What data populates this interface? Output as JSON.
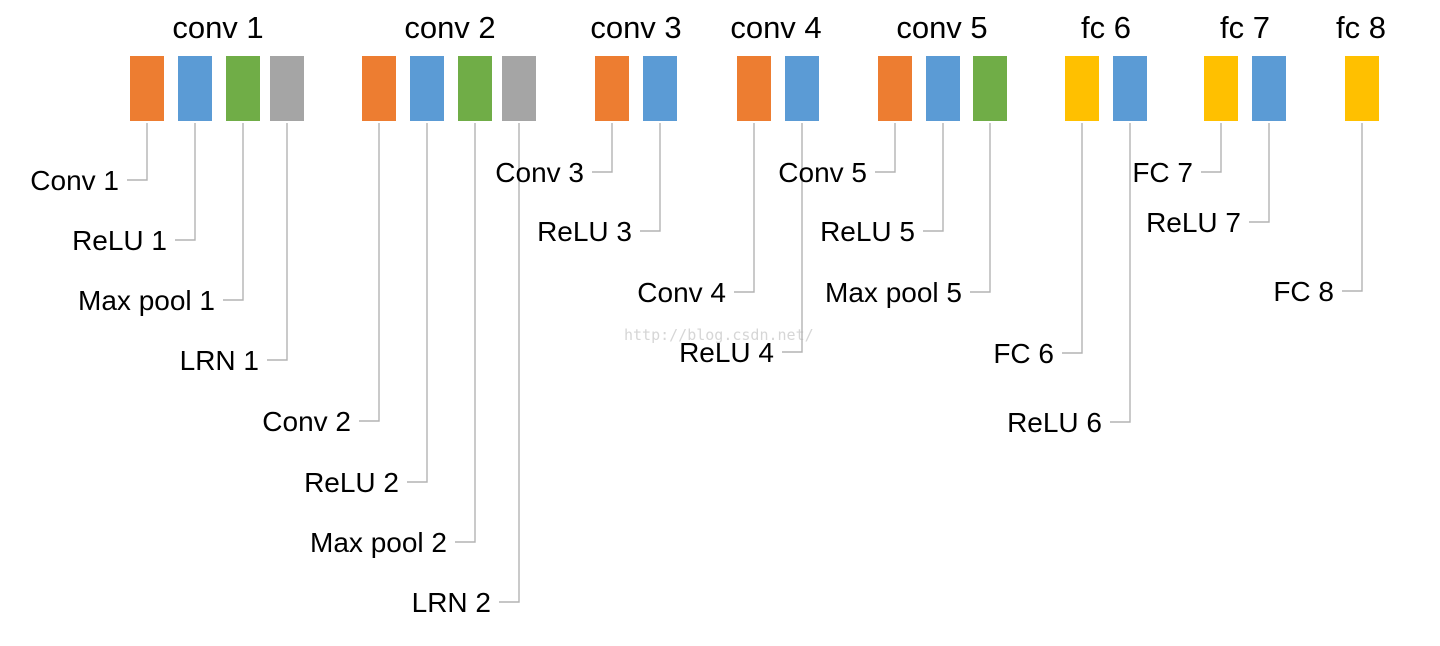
{
  "colors": {
    "conv": "#ed7d31",
    "relu": "#5b9bd5",
    "maxpool": "#70ad47",
    "lrn": "#a5a5a5",
    "fc": "#ffc000",
    "leader_line": "#b3b3b3"
  },
  "groups": [
    {
      "title": "conv 1",
      "layers": [
        {
          "label": "Conv 1",
          "kind": "conv"
        },
        {
          "label": "ReLU 1",
          "kind": "relu"
        },
        {
          "label": "Max pool 1",
          "kind": "maxpool"
        },
        {
          "label": "LRN 1",
          "kind": "lrn"
        }
      ]
    },
    {
      "title": "conv 2",
      "layers": [
        {
          "label": "Conv 2",
          "kind": "conv"
        },
        {
          "label": "ReLU 2",
          "kind": "relu"
        },
        {
          "label": "Max pool 2",
          "kind": "maxpool"
        },
        {
          "label": "LRN 2",
          "kind": "lrn"
        }
      ]
    },
    {
      "title": "conv 3",
      "layers": [
        {
          "label": "Conv 3",
          "kind": "conv"
        },
        {
          "label": "ReLU 3",
          "kind": "relu"
        }
      ]
    },
    {
      "title": "conv 4",
      "layers": [
        {
          "label": "Conv 4",
          "kind": "conv"
        },
        {
          "label": "ReLU 4",
          "kind": "relu"
        }
      ]
    },
    {
      "title": "conv 5",
      "layers": [
        {
          "label": "Conv 5",
          "kind": "conv"
        },
        {
          "label": "ReLU 5",
          "kind": "relu"
        },
        {
          "label": "Max pool 5",
          "kind": "maxpool"
        }
      ]
    },
    {
      "title": "fc 6",
      "layers": [
        {
          "label": "FC 6",
          "kind": "fc"
        },
        {
          "label": "ReLU 6",
          "kind": "relu"
        }
      ]
    },
    {
      "title": "fc 7",
      "layers": [
        {
          "label": "FC 7",
          "kind": "fc"
        },
        {
          "label": "ReLU 7",
          "kind": "relu"
        }
      ]
    },
    {
      "title": "fc 8",
      "layers": [
        {
          "label": "FC 8",
          "kind": "fc"
        }
      ]
    }
  ],
  "watermark": "http://blog.csdn.net/"
}
